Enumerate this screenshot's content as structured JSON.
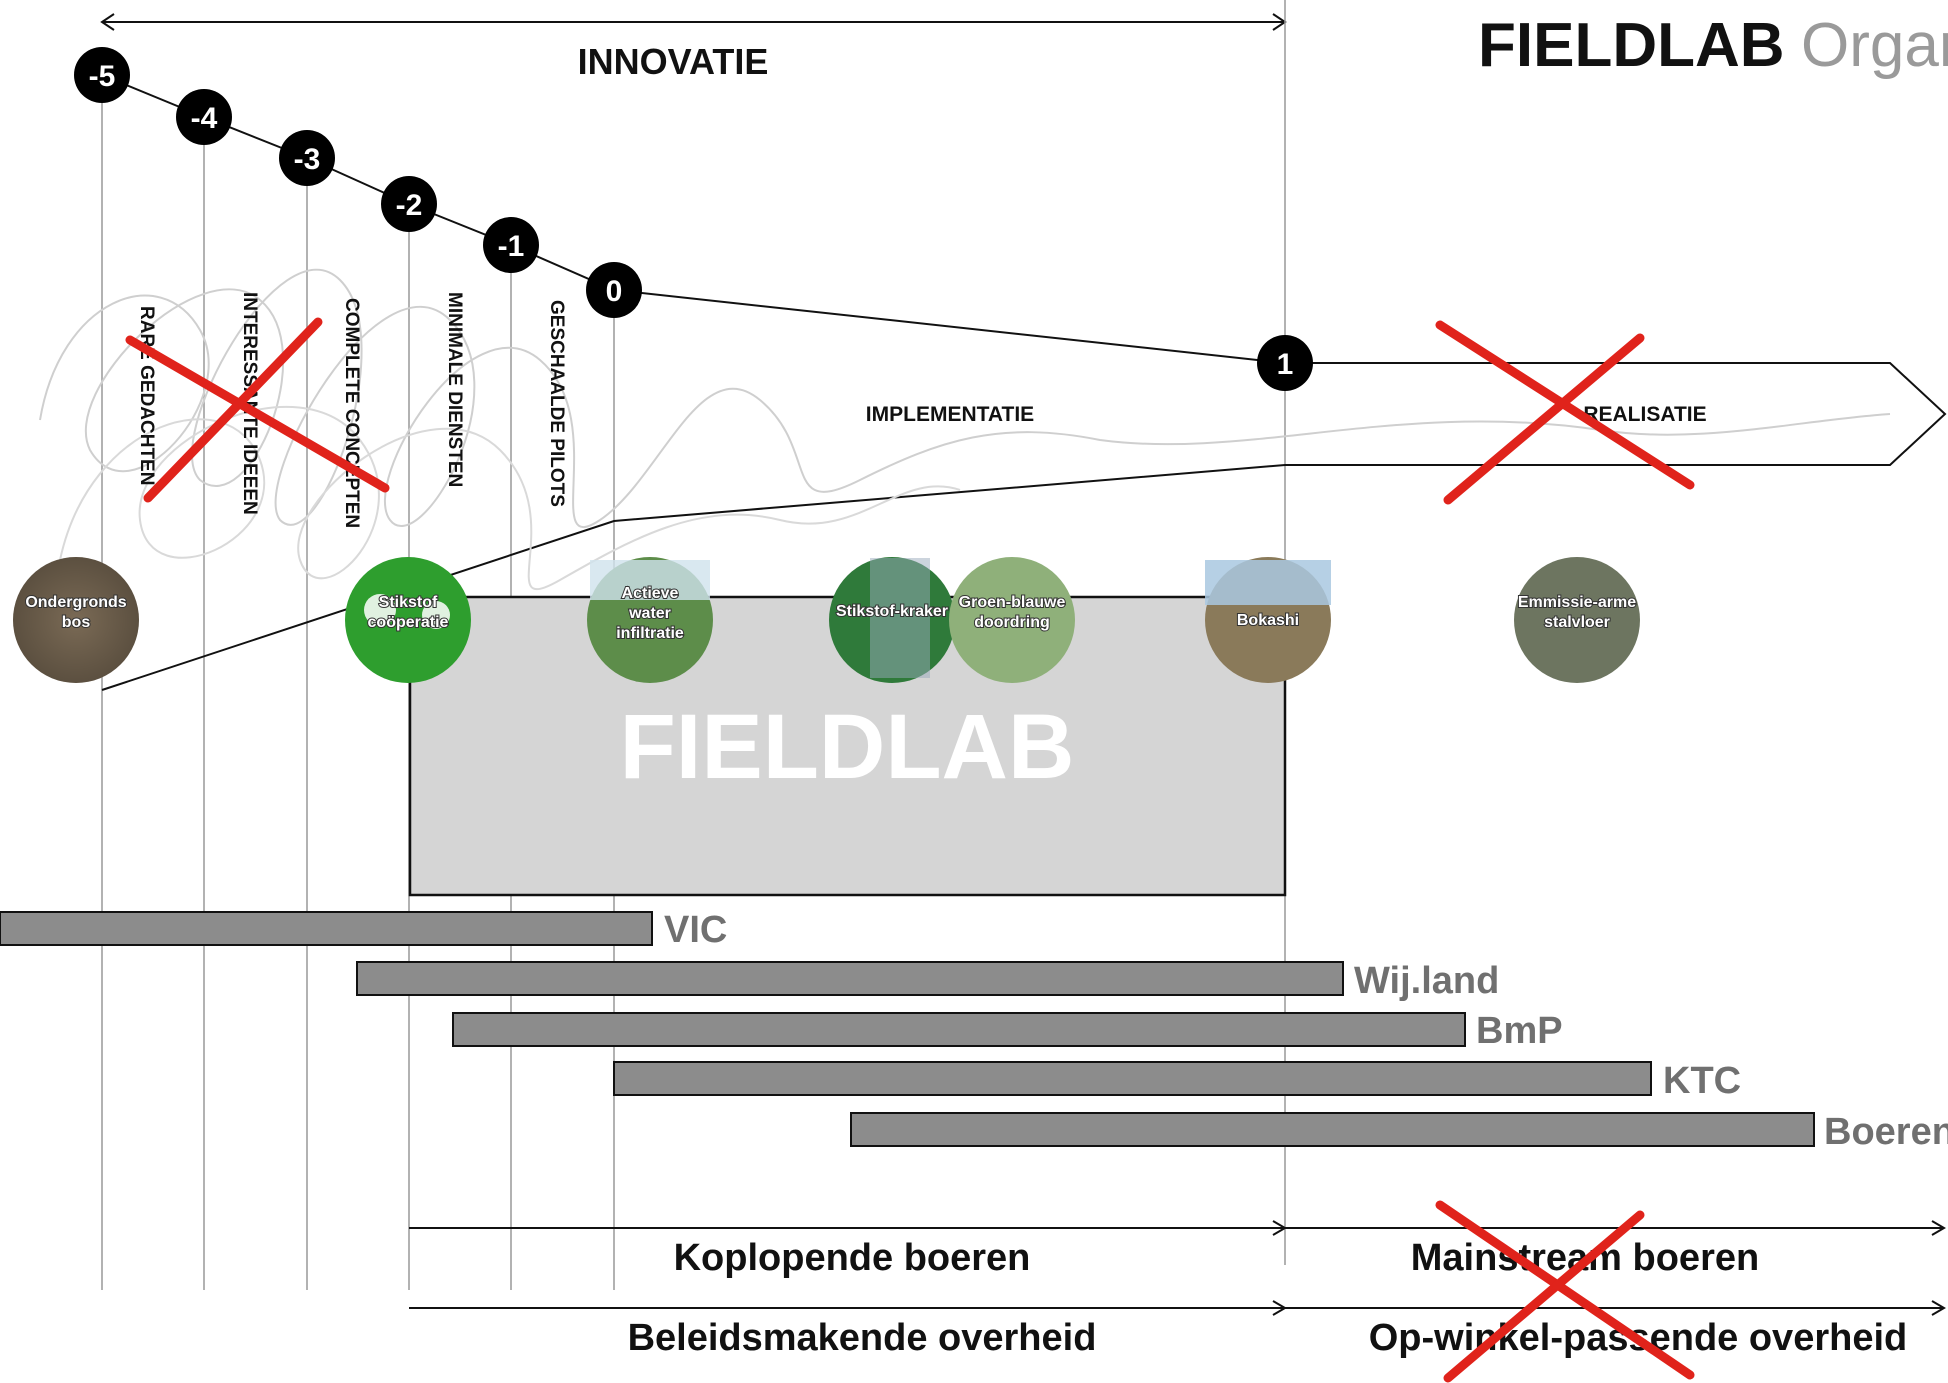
{
  "title": {
    "bold": "FIELDLAB",
    "thin": "Organ"
  },
  "innovatie_label": "INNOVATIE",
  "stages": [
    "-5",
    "-4",
    "-3",
    "-2",
    "-1",
    "0",
    "1"
  ],
  "stage_labels": [
    "RARE GEDACHTEN",
    "INTERESSANTE IDEEEN",
    "COMPLETE CONCEPTEN",
    "MINIMALE DIENSTEN",
    "GESCHAALDE PILOTS"
  ],
  "implementatie_label": "IMPLEMENTATIE",
  "realisatie_label": "REALISATIE",
  "fieldlab_label": "FIELDLAB",
  "circles": [
    {
      "label": "Ondergronds bos",
      "color": "#7a6a55"
    },
    {
      "label": "Stikstof coöperatie",
      "color": "#2e9e2e"
    },
    {
      "label": "Actieve water infiltratie",
      "color": "#5d8d4a"
    },
    {
      "label": "Stikstof-kraker",
      "color": "#2f7a3a"
    },
    {
      "label": "Groen-blauwe doordring",
      "color": "#8fb07a"
    },
    {
      "label": "Bokashi",
      "color": "#8a7a5a"
    },
    {
      "label": "Emmissie-arme stalvloer",
      "color": "#6d7560"
    }
  ],
  "bars": [
    {
      "label": "VIC"
    },
    {
      "label": "Wij.land"
    },
    {
      "label": "BmP"
    },
    {
      "label": "KTC"
    },
    {
      "label": "Boeren"
    }
  ],
  "audience": {
    "koplopende": "Koplopende boeren",
    "mainstream": "Mainstream boeren",
    "beleid": "Beleidsmakende overheid",
    "winkel": "Op-winkel-passende overheid"
  },
  "colors": {
    "bar_fill": "#8c8c8c",
    "fieldlab_fill": "#d5d5d5",
    "cross": "#e0231b",
    "stage_dot": "#000000"
  }
}
